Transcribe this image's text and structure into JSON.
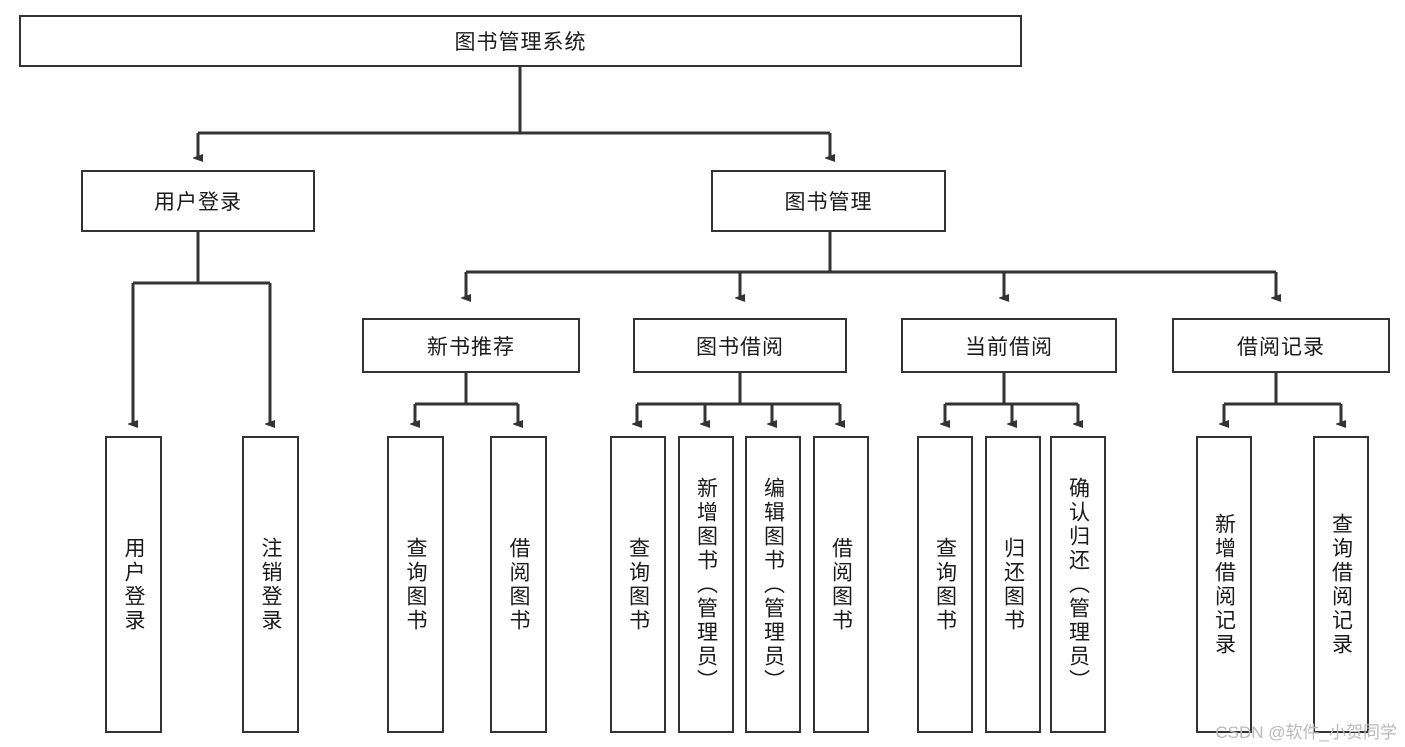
{
  "diagram": {
    "type": "tree",
    "title": "图书管理系统",
    "watermark": "CSDN @软件_小贺同学",
    "colors": {
      "box_border": "#333333",
      "box_fill": "#ffffff",
      "line": "#333333",
      "text": "#1a1a1a",
      "watermark": "#b9b9b9"
    },
    "nodes": {
      "root": "图书管理系统",
      "level2": [
        "用户登录",
        "图书管理"
      ],
      "level3": [
        "新书推荐",
        "图书借阅",
        "当前借阅",
        "借阅记录"
      ],
      "leaves_user_login": [
        "用户登录",
        "注销登录"
      ],
      "leaves_new_book": [
        "查询图书",
        "借阅图书"
      ],
      "leaves_borrow": [
        "查询图书",
        "新增图书（管理员）",
        "编辑图书（管理员）",
        "借阅图书"
      ],
      "leaves_current": [
        "查询图书",
        "归还图书",
        "确认归还（管理员）"
      ],
      "leaves_record": [
        "新增借阅记录",
        "查询借阅记录"
      ]
    }
  }
}
